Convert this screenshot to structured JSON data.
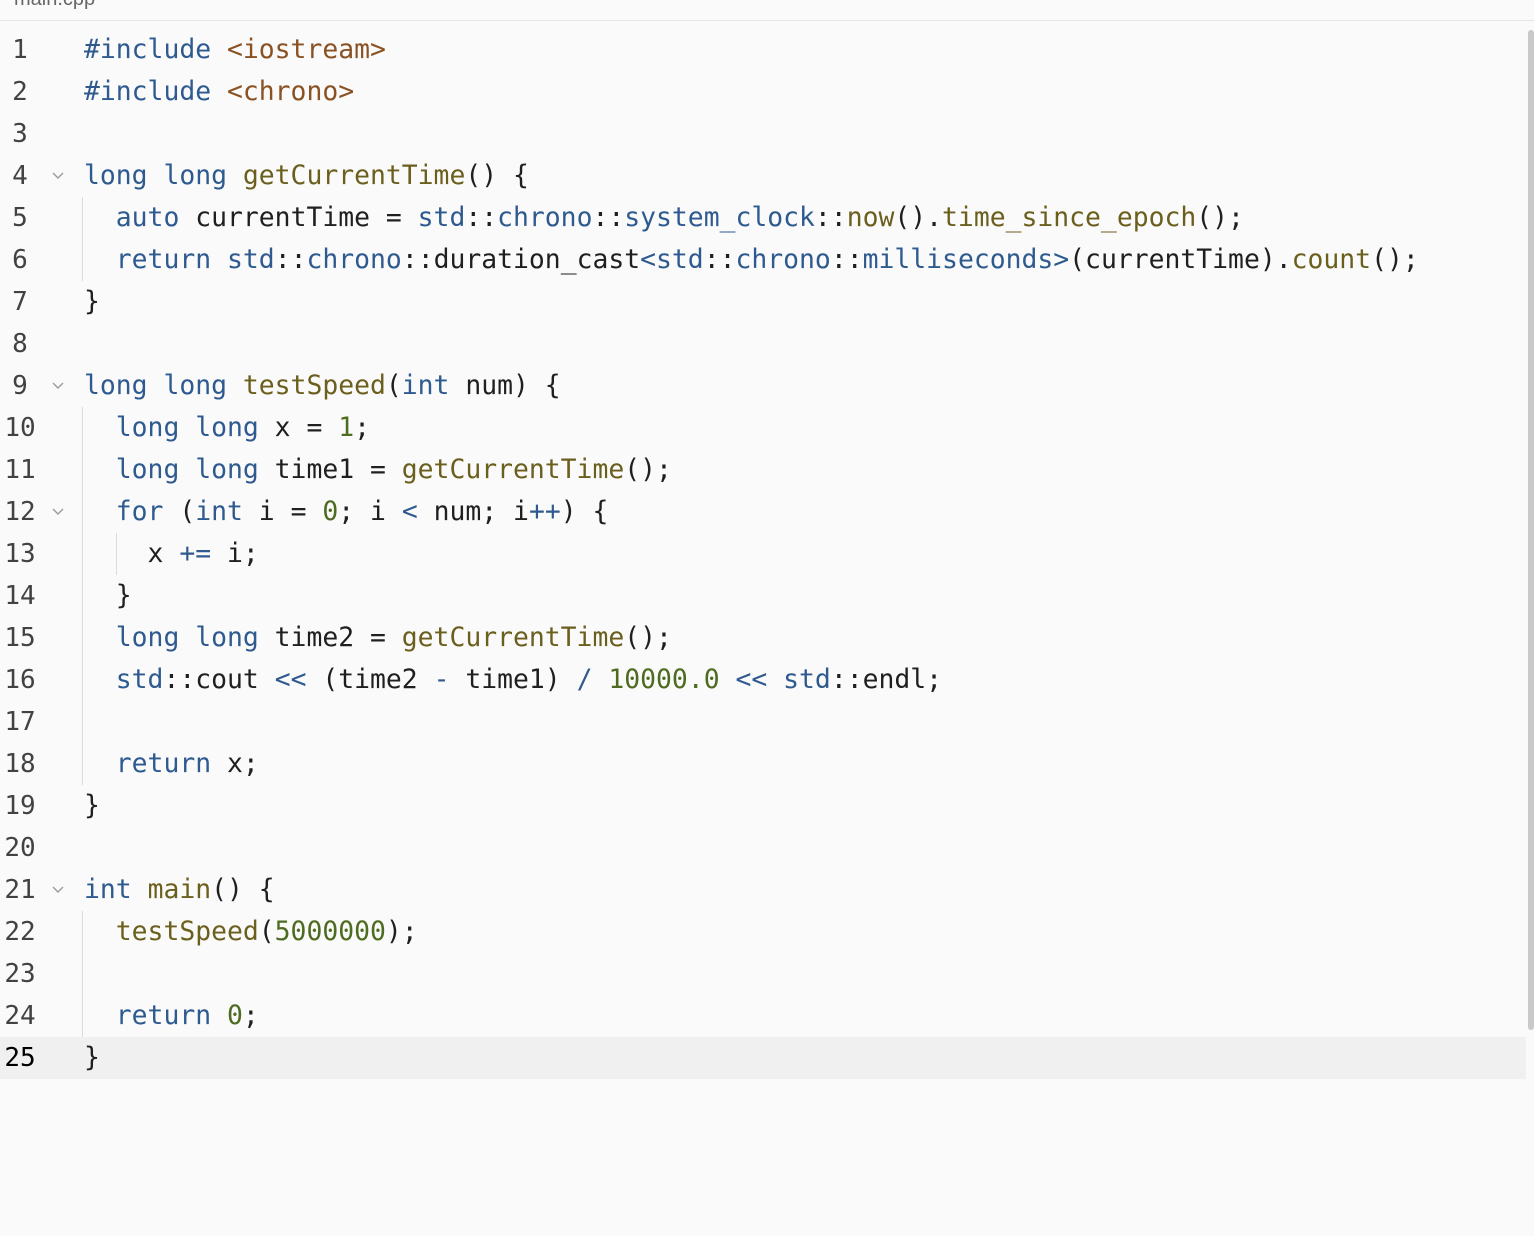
{
  "tab": {
    "label": "main.cpp"
  },
  "active_line": 25,
  "colors": {
    "keyword": "#2e5a8f",
    "function": "#6b5f1d",
    "string": "#8a5122",
    "number": "#4e6b22",
    "plain": "#1f1f1f",
    "background": "#fafafa",
    "active_line": "#f0f0f0"
  },
  "icons": {
    "fold": "chevron-down-icon"
  },
  "lines": [
    {
      "n": "1",
      "fold": false,
      "guides": 0,
      "tokens": [
        [
          "kw",
          "#include"
        ],
        [
          "pl",
          " "
        ],
        [
          "str",
          "<iostream>"
        ]
      ]
    },
    {
      "n": "2",
      "fold": false,
      "guides": 0,
      "tokens": [
        [
          "kw",
          "#include"
        ],
        [
          "pl",
          " "
        ],
        [
          "str",
          "<chrono>"
        ]
      ]
    },
    {
      "n": "3",
      "fold": false,
      "guides": 0,
      "tokens": []
    },
    {
      "n": "4",
      "fold": true,
      "guides": 0,
      "tokens": [
        [
          "kw",
          "long long"
        ],
        [
          "pl",
          " "
        ],
        [
          "fn",
          "getCurrentTime"
        ],
        [
          "pl",
          "() {"
        ]
      ]
    },
    {
      "n": "5",
      "fold": false,
      "guides": 1,
      "tokens": [
        [
          "pl",
          "  "
        ],
        [
          "kw",
          "auto"
        ],
        [
          "pl",
          " currentTime = "
        ],
        [
          "kw",
          "std"
        ],
        [
          "pl",
          "::"
        ],
        [
          "kw",
          "chrono"
        ],
        [
          "pl",
          "::"
        ],
        [
          "kw",
          "system_clock"
        ],
        [
          "pl",
          "::"
        ],
        [
          "fn",
          "now"
        ],
        [
          "pl",
          "()."
        ],
        [
          "fn",
          "time_since_epoch"
        ],
        [
          "pl",
          "();"
        ]
      ]
    },
    {
      "n": "6",
      "fold": false,
      "guides": 1,
      "tokens": [
        [
          "pl",
          "  "
        ],
        [
          "kw",
          "return"
        ],
        [
          "pl",
          " "
        ],
        [
          "kw",
          "std"
        ],
        [
          "pl",
          "::"
        ],
        [
          "kw",
          "chrono"
        ],
        [
          "pl",
          "::duration_cast"
        ],
        [
          "kw",
          "<std"
        ],
        [
          "pl",
          "::"
        ],
        [
          "kw",
          "chrono"
        ],
        [
          "pl",
          "::"
        ],
        [
          "kw",
          "milliseconds>"
        ],
        [
          "pl",
          "(currentTime)."
        ],
        [
          "fn",
          "count"
        ],
        [
          "pl",
          "();"
        ]
      ]
    },
    {
      "n": "7",
      "fold": false,
      "guides": 0,
      "tokens": [
        [
          "pl",
          "}"
        ]
      ]
    },
    {
      "n": "8",
      "fold": false,
      "guides": 0,
      "tokens": []
    },
    {
      "n": "9",
      "fold": true,
      "guides": 0,
      "tokens": [
        [
          "kw",
          "long long"
        ],
        [
          "pl",
          " "
        ],
        [
          "fn",
          "testSpeed"
        ],
        [
          "pl",
          "("
        ],
        [
          "kw",
          "int"
        ],
        [
          "pl",
          " num) {"
        ]
      ]
    },
    {
      "n": "10",
      "fold": false,
      "guides": 1,
      "tokens": [
        [
          "pl",
          "  "
        ],
        [
          "kw",
          "long long"
        ],
        [
          "pl",
          " x = "
        ],
        [
          "num",
          "1"
        ],
        [
          "pl",
          ";"
        ]
      ]
    },
    {
      "n": "11",
      "fold": false,
      "guides": 1,
      "tokens": [
        [
          "pl",
          "  "
        ],
        [
          "kw",
          "long long"
        ],
        [
          "pl",
          " time1 = "
        ],
        [
          "fn",
          "getCurrentTime"
        ],
        [
          "pl",
          "();"
        ]
      ]
    },
    {
      "n": "12",
      "fold": true,
      "guides": 1,
      "tokens": [
        [
          "pl",
          "  "
        ],
        [
          "kw",
          "for"
        ],
        [
          "pl",
          " ("
        ],
        [
          "kw",
          "int"
        ],
        [
          "pl",
          " i = "
        ],
        [
          "num",
          "0"
        ],
        [
          "pl",
          "; i "
        ],
        [
          "op",
          "<"
        ],
        [
          "pl",
          " num; i"
        ],
        [
          "op",
          "++"
        ],
        [
          "pl",
          ") {"
        ]
      ]
    },
    {
      "n": "13",
      "fold": false,
      "guides": 2,
      "tokens": [
        [
          "pl",
          "    x "
        ],
        [
          "op",
          "+="
        ],
        [
          "pl",
          " i;"
        ]
      ]
    },
    {
      "n": "14",
      "fold": false,
      "guides": 1,
      "tokens": [
        [
          "pl",
          "  }"
        ]
      ]
    },
    {
      "n": "15",
      "fold": false,
      "guides": 1,
      "tokens": [
        [
          "pl",
          "  "
        ],
        [
          "kw",
          "long long"
        ],
        [
          "pl",
          " time2 = "
        ],
        [
          "fn",
          "getCurrentTime"
        ],
        [
          "pl",
          "();"
        ]
      ]
    },
    {
      "n": "16",
      "fold": false,
      "guides": 1,
      "tokens": [
        [
          "pl",
          "  "
        ],
        [
          "kw",
          "std"
        ],
        [
          "pl",
          "::cout "
        ],
        [
          "op",
          "<<"
        ],
        [
          "pl",
          " (time2 "
        ],
        [
          "op",
          "-"
        ],
        [
          "pl",
          " time1) "
        ],
        [
          "op",
          "/"
        ],
        [
          "pl",
          " "
        ],
        [
          "num",
          "10000.0"
        ],
        [
          "pl",
          " "
        ],
        [
          "op",
          "<<"
        ],
        [
          "pl",
          " "
        ],
        [
          "kw",
          "std"
        ],
        [
          "pl",
          "::endl;"
        ]
      ]
    },
    {
      "n": "17",
      "fold": false,
      "guides": 1,
      "tokens": []
    },
    {
      "n": "18",
      "fold": false,
      "guides": 1,
      "tokens": [
        [
          "pl",
          "  "
        ],
        [
          "kw",
          "return"
        ],
        [
          "pl",
          " x;"
        ]
      ]
    },
    {
      "n": "19",
      "fold": false,
      "guides": 0,
      "tokens": [
        [
          "pl",
          "}"
        ]
      ]
    },
    {
      "n": "20",
      "fold": false,
      "guides": 0,
      "tokens": []
    },
    {
      "n": "21",
      "fold": true,
      "guides": 0,
      "tokens": [
        [
          "kw",
          "int"
        ],
        [
          "pl",
          " "
        ],
        [
          "fn",
          "main"
        ],
        [
          "pl",
          "() {"
        ]
      ]
    },
    {
      "n": "22",
      "fold": false,
      "guides": 1,
      "tokens": [
        [
          "pl",
          "  "
        ],
        [
          "fn",
          "testSpeed"
        ],
        [
          "pl",
          "("
        ],
        [
          "num",
          "5000000"
        ],
        [
          "pl",
          ");"
        ]
      ]
    },
    {
      "n": "23",
      "fold": false,
      "guides": 1,
      "tokens": []
    },
    {
      "n": "24",
      "fold": false,
      "guides": 1,
      "tokens": [
        [
          "pl",
          "  "
        ],
        [
          "kw",
          "return"
        ],
        [
          "pl",
          " "
        ],
        [
          "num",
          "0"
        ],
        [
          "pl",
          ";"
        ]
      ]
    },
    {
      "n": "25",
      "fold": false,
      "guides": 0,
      "tokens": [
        [
          "pl",
          "}"
        ]
      ]
    }
  ]
}
